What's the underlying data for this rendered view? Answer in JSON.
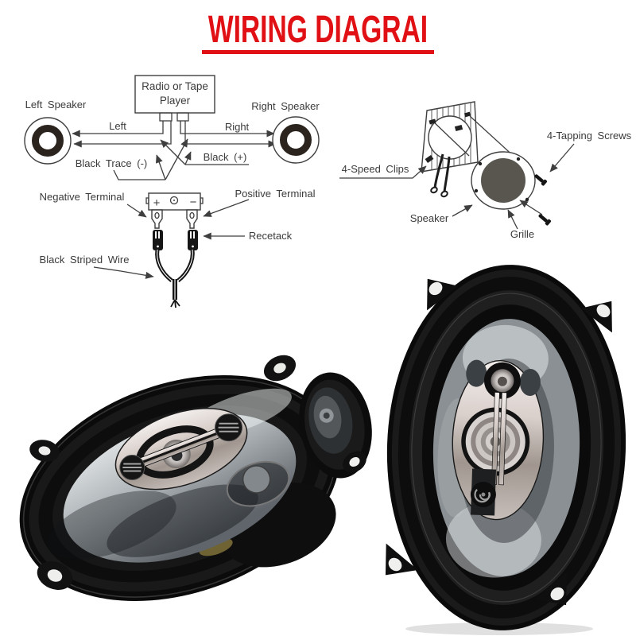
{
  "title": "WIRING DIAGRAI",
  "colors": {
    "title_red": "#e01014",
    "diagram_line": "#3f3f3f",
    "grille_fill": "#58564f"
  },
  "wiring_diagram": {
    "radio_box_line1": "Radio or Tape",
    "radio_box_line2": "Player",
    "left_speaker": "Left Speaker",
    "right_speaker": "Right Speaker",
    "left_wire": "Left",
    "right_wire": "Right",
    "black_trace_neg": "Black Trace (-)",
    "black_pos": "Black (+)",
    "negative_terminal": "Negative Terminal",
    "positive_terminal": "Positive Terminal",
    "recetack": "Recetack",
    "black_striped_wire": "Black Striped Wire",
    "terminal_plus": "+",
    "terminal_minus": "−"
  },
  "mounting_diagram": {
    "tapping_screws": "4-Tapping Screws",
    "speed_clips": "4-Speed Clips",
    "speaker": "Speaker",
    "grille": "Grille"
  }
}
